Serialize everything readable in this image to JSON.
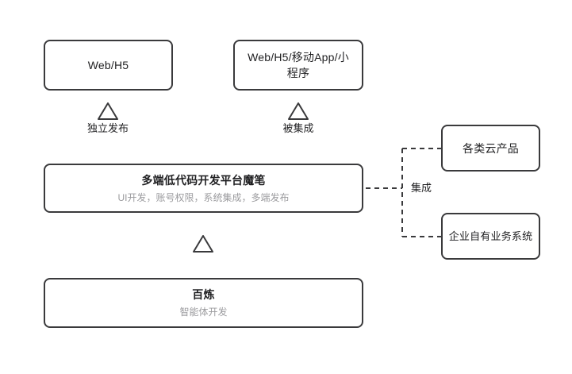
{
  "diagram": {
    "background_color": "#ffffff",
    "stroke_color": "#3a3a3c",
    "text_color": "#1f1f21",
    "muted_text_color": "#9b9b9e",
    "nodes": {
      "web_h5": {
        "title": "Web/H5"
      },
      "multichannel": {
        "title": "Web/H5/移动App/小程序"
      },
      "mobi_platform": {
        "title": "多端低代码开发平台魔笔",
        "subtitle": "UI开发，账号权限，系统集成，多端发布"
      },
      "bailian": {
        "title": "百炼",
        "subtitle": "智能体开发"
      },
      "cloud_products": {
        "title": "各类云产品"
      },
      "enterprise_systems": {
        "title": "企业自有业务系统"
      }
    },
    "connector_labels": {
      "independent_publish": "独立发布",
      "be_integrated": "被集成",
      "integration": "集成"
    },
    "connector_icons": {
      "triangle_left": "triangle-up-icon",
      "triangle_right": "triangle-up-icon",
      "triangle_middle": "triangle-up-icon"
    }
  }
}
